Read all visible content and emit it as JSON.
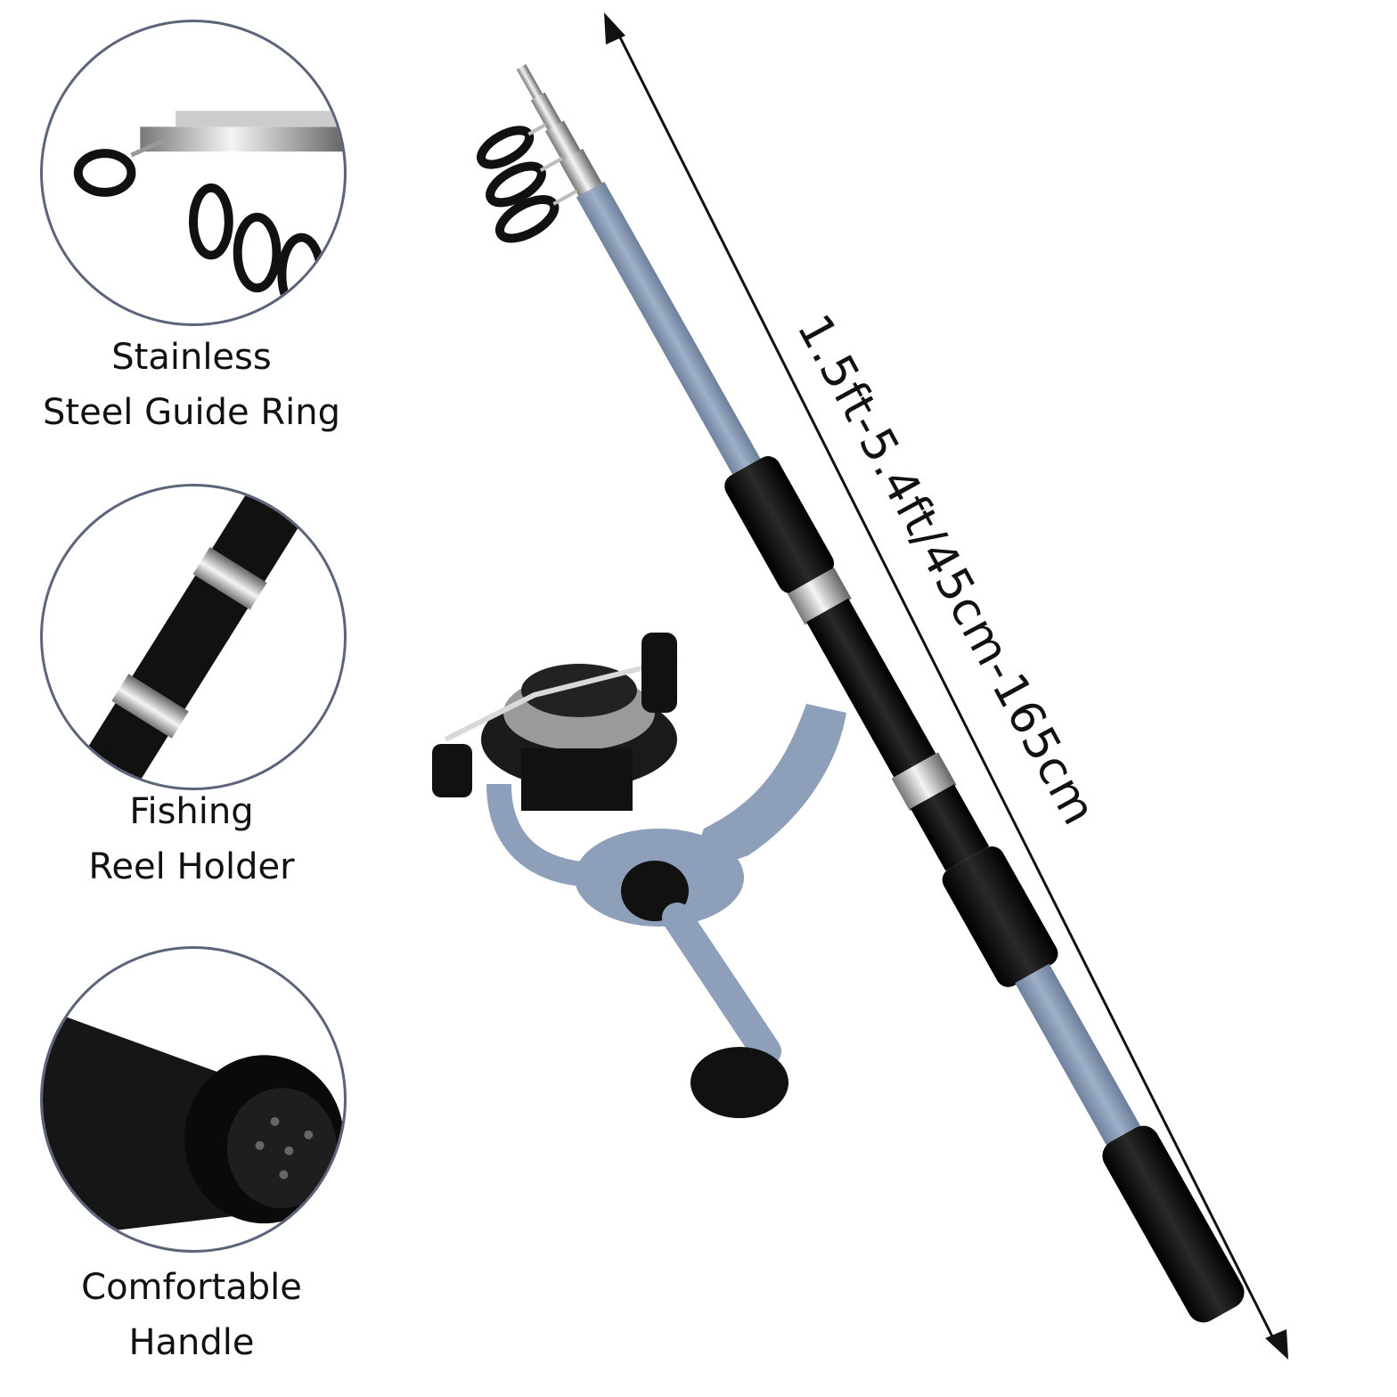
{
  "features": [
    {
      "line1": "Stainless",
      "line2": "Steel Guide Ring"
    },
    {
      "line1": "Fishing",
      "line2": "Reel Holder"
    },
    {
      "line1": "Comfortable",
      "line2": "Handle"
    }
  ],
  "dimension": "1.5ft-5.4ft/45cm-165cm",
  "colors": {
    "rod_blue": "#8d9fb9",
    "grip_black": "#141414",
    "chrome": "#c9c9c9",
    "circle_border": "#5b6478"
  }
}
